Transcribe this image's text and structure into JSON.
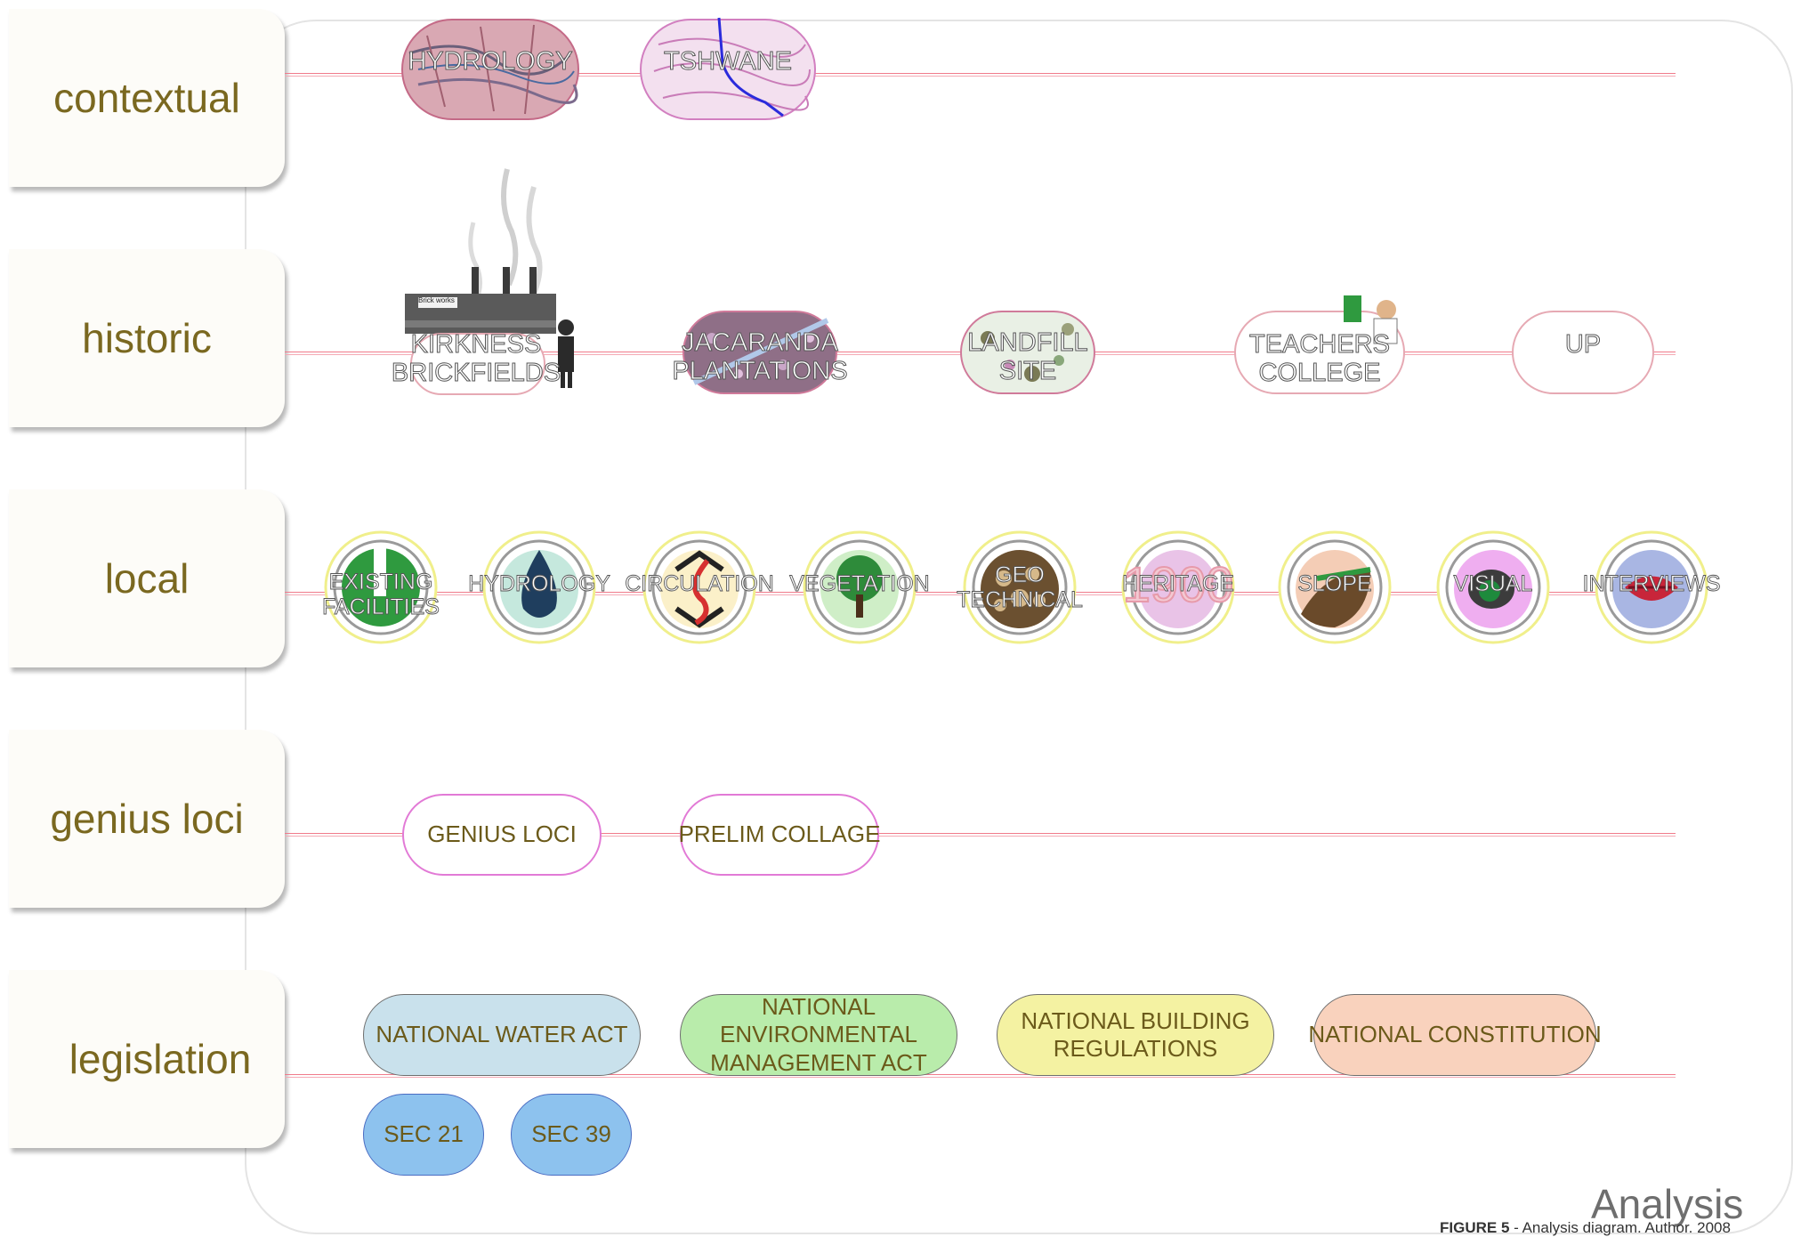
{
  "rows": {
    "contextual": "contextual",
    "historic": "historic",
    "local": "local",
    "genius_loci": "genius loci",
    "legislation": "legislation"
  },
  "contextual_items": {
    "hydrology": "HYDROLOGY",
    "tshwane": "TSHWANE"
  },
  "historic_items": {
    "kirkness": "KIRKNESS\nBRICKFIELDS",
    "jacaranda": "JACARANDA\nPLANTATIONS",
    "landfill": "LANDFILL\nSITE",
    "teachers": "TEACHERS\nCOLLEGE",
    "up": "UP",
    "brickworks_sign": "Brick works"
  },
  "local_items": {
    "existing": "EXISTING\nFACILITIES",
    "hydrology": "HYDROLOGY",
    "circulation": "CIRCULATION",
    "vegetation": "VEGETATION",
    "geotechnical": "GEO\nTECHNICAL",
    "heritage": "HERITAGE",
    "heritage_year": "1900",
    "slope": "SLOPE",
    "visual": "VISUAL",
    "interviews": "INTERVIEWS"
  },
  "genius_items": {
    "genius_loci": "GENIUS LOCI",
    "prelim_collage": "PRELIM COLLAGE"
  },
  "legislation_items": {
    "water_act": "NATIONAL WATER ACT",
    "env_act": "NATIONAL ENVIRONMENTAL\nMANAGEMENT ACT",
    "building_regs": "NATIONAL BUILDING\nREGULATIONS",
    "constitution": "NATIONAL CONSTITUTION",
    "sec21": "SEC 21",
    "sec39": "SEC 39"
  },
  "colors": {
    "water_act": "#c9e1ec",
    "env_act": "#b9ecab",
    "building_regs": "#f4f2a2",
    "constitution": "#f9d2bd",
    "sec": "#8dc2ee",
    "label_gold": "#7a6820",
    "timeline_red": "#f07b8b"
  },
  "branding": {
    "title": "Analysis",
    "figure_label": "FIGURE 5",
    "figure_rest": " - Analysis diagram. Author. 2008"
  }
}
